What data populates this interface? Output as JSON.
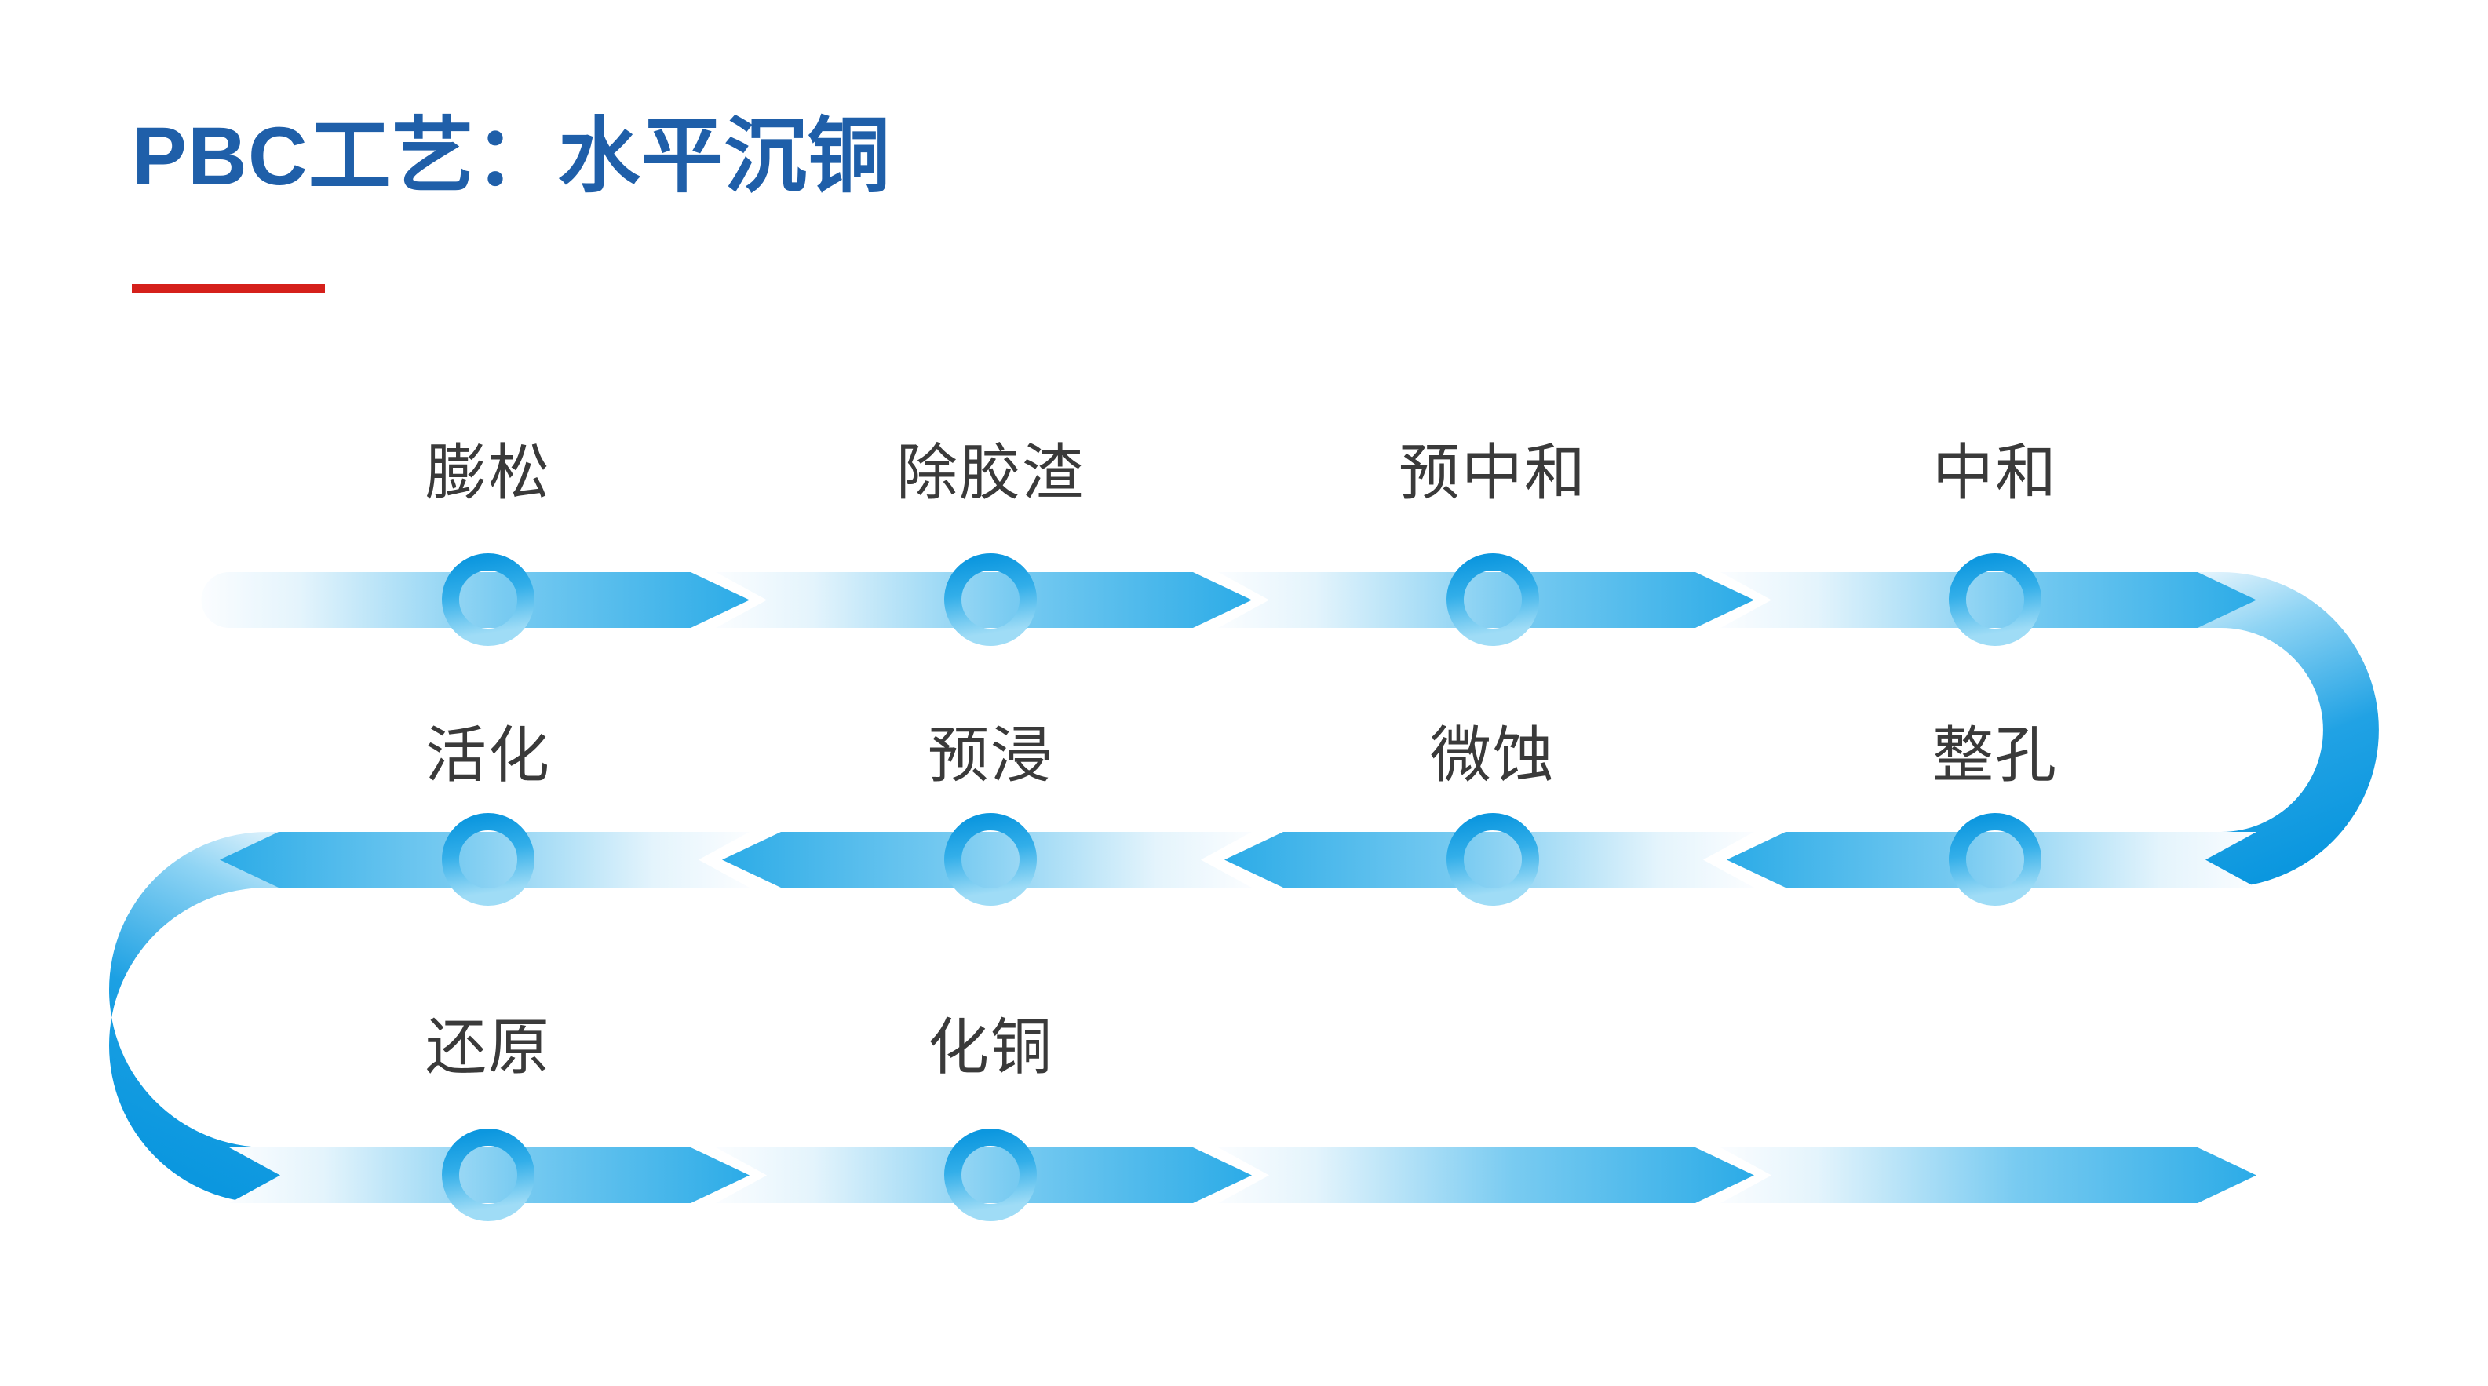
{
  "header": {
    "title": "PBC工艺：水平沉铜",
    "title_color": "#1F5FA9",
    "rule_color": "#D5201B"
  },
  "theme": {
    "band_dark_blue": "#29A9E6",
    "band_light_blue": "#F2FAFE",
    "ring_blue": "#0D9BE0",
    "label_color": "#3A3A3A",
    "background": "#FFFFFF"
  },
  "flow": {
    "direction_note": "serpentine: row1 left-to-right, row2 right-to-left, row3 left-to-right",
    "rows": [
      {
        "row_index": 1,
        "direction": "ltr",
        "steps": [
          {
            "label": "膨松",
            "has_node": true
          },
          {
            "label": "除胶渣",
            "has_node": true
          },
          {
            "label": "预中和",
            "has_node": true
          },
          {
            "label": "中和",
            "has_node": true
          }
        ]
      },
      {
        "row_index": 2,
        "direction": "rtl",
        "steps": [
          {
            "label": "整孔",
            "has_node": true
          },
          {
            "label": "微蚀",
            "has_node": true
          },
          {
            "label": "预浸",
            "has_node": true
          },
          {
            "label": "活化",
            "has_node": true
          }
        ]
      },
      {
        "row_index": 3,
        "direction": "ltr",
        "steps": [
          {
            "label": "还原",
            "has_node": true
          },
          {
            "label": "化铜",
            "has_node": true
          },
          {
            "label": "",
            "has_node": false
          },
          {
            "label": "",
            "has_node": false
          }
        ]
      }
    ],
    "sequence": [
      "膨松",
      "除胶渣",
      "预中和",
      "中和",
      "整孔",
      "微蚀",
      "预浸",
      "活化",
      "还原",
      "化铜"
    ]
  }
}
